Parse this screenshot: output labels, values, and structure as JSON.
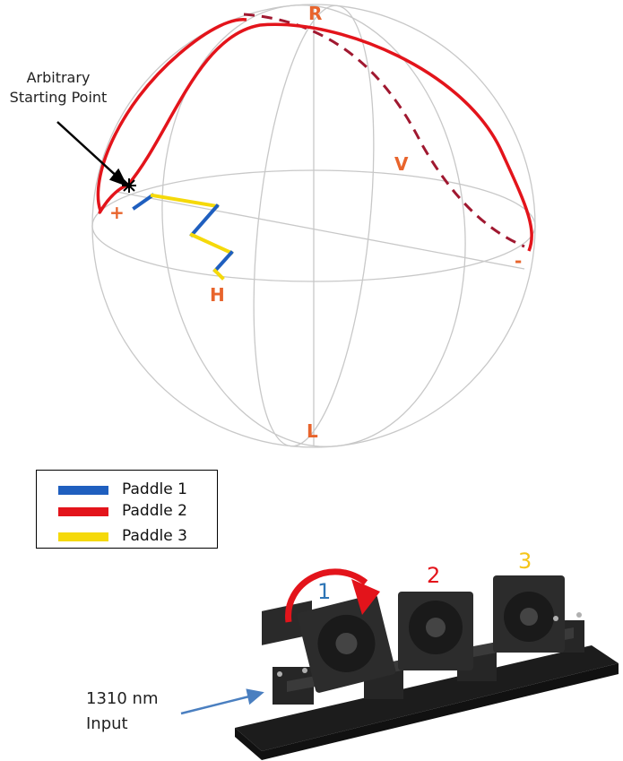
{
  "annotations": {
    "start_point_line1": "Arbitrary",
    "start_point_line2": "Starting Point",
    "input_line1": "1310 nm",
    "input_line2": "Input"
  },
  "sphere_labels": {
    "top": "R",
    "bottom": "L",
    "front": "H",
    "center": "V",
    "left": "+",
    "right": "-"
  },
  "legend": [
    {
      "label": "Paddle 1",
      "color": "#1f5fbf"
    },
    {
      "label": "Paddle 2",
      "color": "#e3141b"
    },
    {
      "label": "Paddle 3",
      "color": "#f5d90a"
    }
  ],
  "paddle_numbers": [
    {
      "text": "1",
      "color": "#2e75b6"
    },
    {
      "text": "2",
      "color": "#e3141b"
    },
    {
      "text": "3",
      "color": "#f5c518"
    }
  ],
  "colors": {
    "sphere_grid": "#c8c8c8",
    "path_red": "#e3141b",
    "path_dashed": "#a01830",
    "label_orange": "#e8642c",
    "input_arrow": "#4a7fc0",
    "device": "#2a2a2a"
  }
}
